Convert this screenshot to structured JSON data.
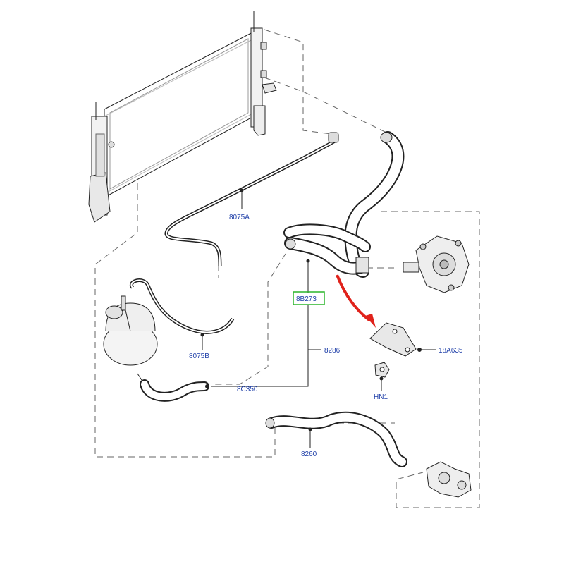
{
  "colors": {
    "label": "#1f3fa8",
    "highlight_box": "#2bb52b",
    "arrow": "#e0221b",
    "line": "#222222",
    "dash": "#666666"
  },
  "labels": {
    "hose_8075A": "8075A",
    "hose_8075B": "8075B",
    "part_8B273": "8B273",
    "hose_8286": "8286",
    "hose_8C350": "8C350",
    "bracket_18A635": "18A635",
    "nut_HN1": "HN1",
    "hose_8260": "8260"
  },
  "highlighted_part": "8B273"
}
